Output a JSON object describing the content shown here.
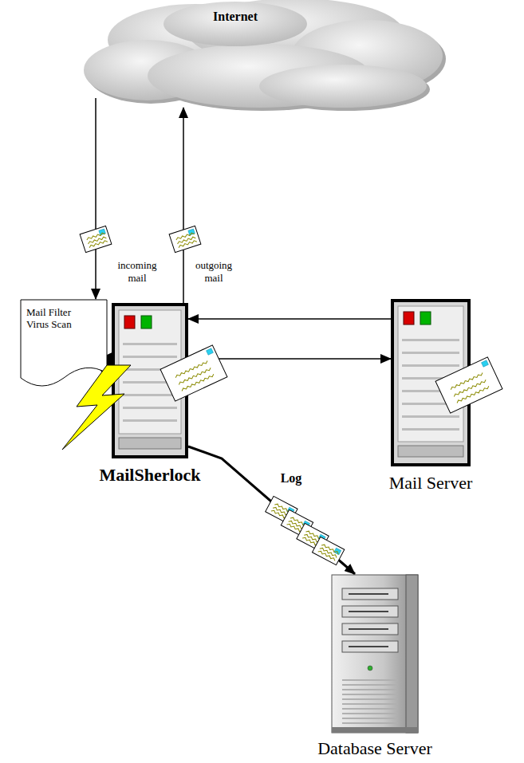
{
  "diagram": {
    "nodes": [
      {
        "text": [
          "Internet"
        ]
      },
      {
        "text": [
          "Mail Filter Virus Scan"
        ]
      },
      {
        "text": [
          "MailSherlock"
        ]
      },
      {
        "text": [
          "Mail Server"
        ]
      },
      {
        "text": [
          "Database Server"
        ]
      }
    ],
    "edges": [
      {
        "from": 0,
        "to": 1,
        "arrow": "to",
        "label": "incoming mail"
      },
      {
        "from": 2,
        "to": 0,
        "arrow": "to",
        "label": "outgoing mail"
      },
      {
        "from": 3,
        "to": 2,
        "arrow": "to"
      },
      {
        "from": 2,
        "to": 3,
        "arrow": "to"
      },
      {
        "from": 2,
        "to": 4,
        "arrow": "to",
        "label": "Log"
      }
    ]
  }
}
